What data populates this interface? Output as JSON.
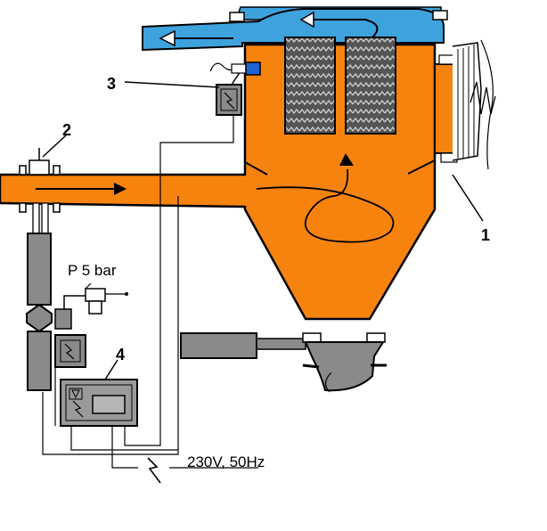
{
  "callouts": {
    "c1": "1",
    "c2": "2",
    "c3": "3",
    "c4": "4"
  },
  "labels": {
    "pressure": "P 5 bar",
    "power": "230V, 50Hz"
  },
  "colors": {
    "process_fluid": "#f7830f",
    "clean_air": "#3ea2dd",
    "equipment": "#8a8a8a",
    "filter_media": "#6a6a6a",
    "control_box": "#9a9a9a",
    "indicator": "#1e64d2"
  }
}
